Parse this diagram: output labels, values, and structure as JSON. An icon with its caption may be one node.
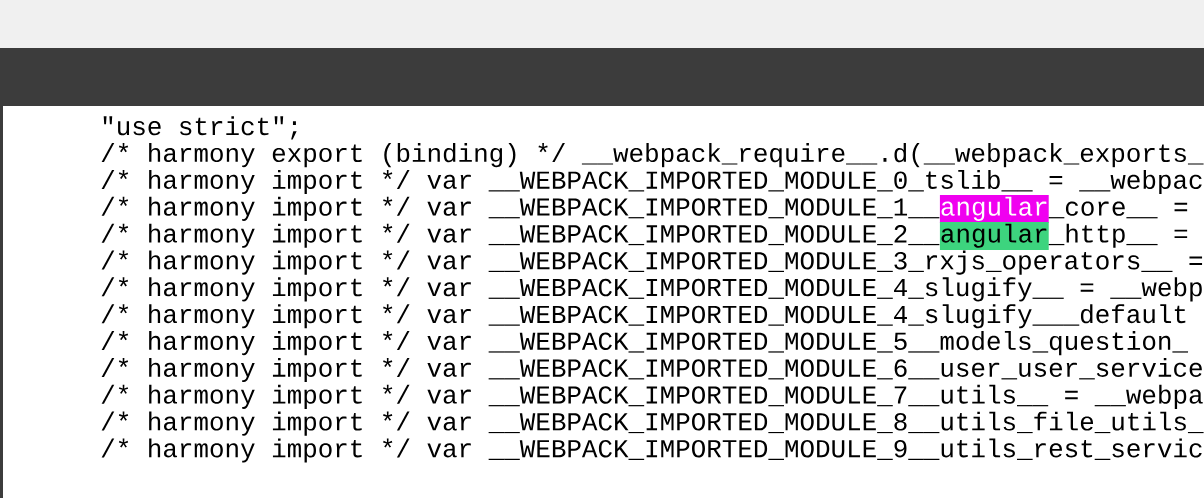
{
  "diagram": {
    "labels": [
      "\"use strict\";",
      "/* harmony export (binding) */ __webpack_require__.d(__webpack_exports_",
      "/* harmony import */ var __WEBPACK_IMPORTED_MODULE_0_tslib__ = __webpac",
      "/* harmony import */ var __WEBPACK_IMPORTED_MODULE_1__",
      "angular",
      "_core__ =",
      "/* harmony import */ var __WEBPACK_IMPORTED_MODULE_2__",
      "angular",
      "_http__ =",
      "/* harmony import */ var __WEBPACK_IMPORTED_MODULE_3_rxjs_operators__ =",
      "/* harmony import */ var __WEBPACK_IMPORTED_MODULE_4_slugify__ = __webp",
      "/* harmony import */ var __WEBPACK_IMPORTED_MODULE_4_slugify___default",
      "/* harmony import */ var __WEBPACK_IMPORTED_MODULE_5__models_question_",
      "/* harmony import */ var __WEBPACK_IMPORTED_MODULE_6__user_user_service",
      "/* harmony import */ var __WEBPACK_IMPORTED_MODULE_7__utils__ = __webpa",
      "/* harmony import */ var __WEBPACK_IMPORTED_MODULE_8__utils_file_utils_",
      "/* harmony import */ var __WEBPACK_IMPORTED_MODULE_9__utils_rest_servic"
    ]
  }
}
